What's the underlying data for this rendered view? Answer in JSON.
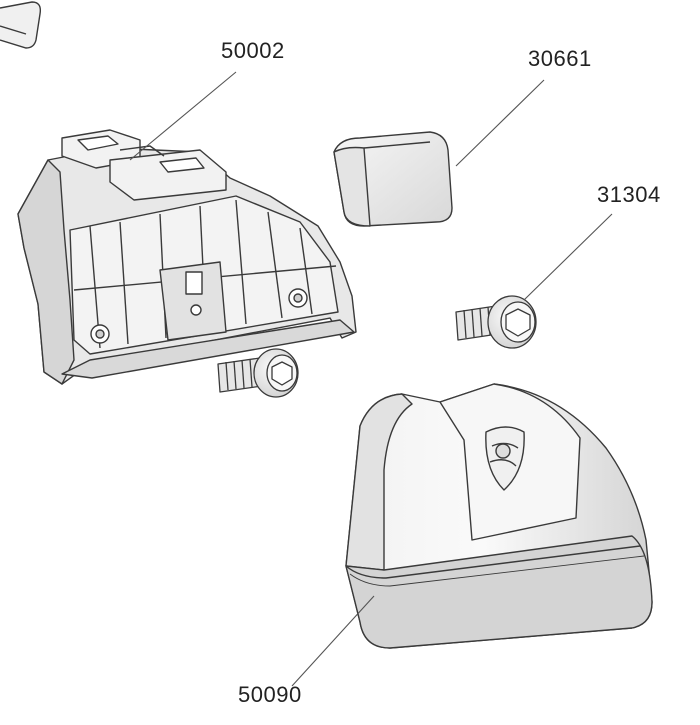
{
  "parts": [
    {
      "id": "foot-bracket",
      "number": "50002"
    },
    {
      "id": "end-cap",
      "number": "30661"
    },
    {
      "id": "hex-screw",
      "number": "31304"
    },
    {
      "id": "foot-cover",
      "number": "50090"
    }
  ],
  "colors": {
    "line": "#3a3a3a",
    "leader": "#555555",
    "fill_light": "#f4f4f4",
    "fill_mid": "#e6e6e6",
    "fill_dark": "#cfcfcf",
    "shade": "#bdbdbd"
  }
}
